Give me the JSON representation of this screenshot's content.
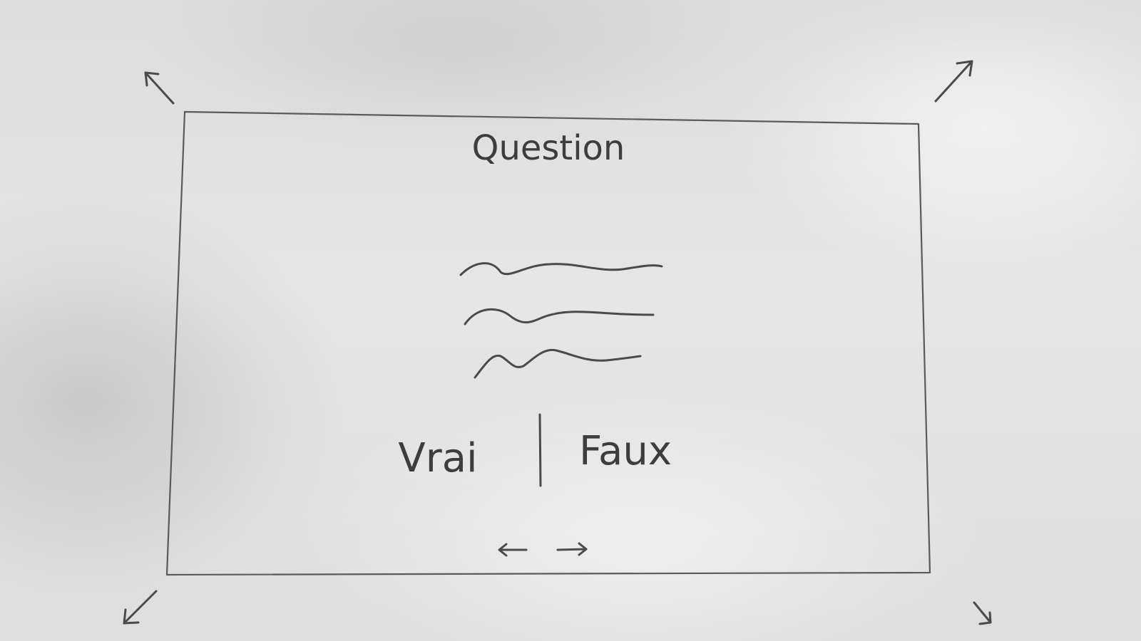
{
  "question": {
    "title": "Question"
  },
  "answers": {
    "true_label": "Vrai",
    "false_label": "Faux"
  },
  "navigation": {
    "prev_icon": "arrow-left-icon",
    "next_icon": "arrow-right-icon"
  },
  "resize_handles": [
    "arrow-up-left-icon",
    "arrow-up-right-icon",
    "arrow-down-left-icon",
    "arrow-down-right-icon"
  ],
  "colors": {
    "paper": "#e2e2e2",
    "ink": "#4a4a4a"
  }
}
